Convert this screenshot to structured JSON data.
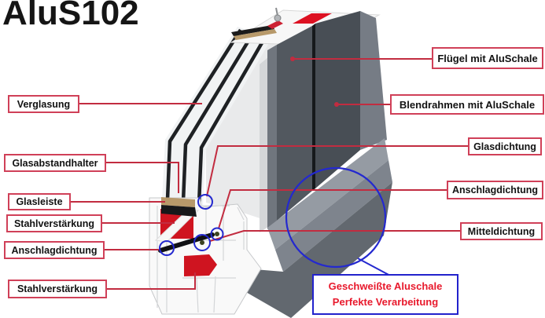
{
  "title": "AluS102",
  "colors": {
    "label_border_red": "#d04058",
    "leader_line_red": "#c22c40",
    "highlight_blue": "#2429cf",
    "callout_text_red": "#e8192c",
    "steel_red": "#cf1420",
    "alu_shell_dark_gray": "#4b5158",
    "frame_gray": "#62686f",
    "pvc_white": "#f9f9f9",
    "spacer_tan": "#b7996a"
  },
  "labels": {
    "left": [
      {
        "id": "verglasung",
        "text": "Verglasung"
      },
      {
        "id": "glasabstandhalter",
        "text": "Glasabstandhalter"
      },
      {
        "id": "glasleiste",
        "text": "Glasleiste"
      },
      {
        "id": "stahlverstaerkung-top",
        "text": "Stahlverstärkung"
      },
      {
        "id": "anschlagdichtung-left",
        "text": "Anschlagdichtung"
      },
      {
        "id": "stahlverstaerkung-bottom",
        "text": "Stahlverstärkung"
      }
    ],
    "right": [
      {
        "id": "fluegel-mit-aluschale",
        "text": "Flügel mit AluSchale"
      },
      {
        "id": "blendrahmen-mit-aluschale",
        "text": "Blendrahmen mit AluSchale"
      },
      {
        "id": "glasdichtung",
        "text": "Glasdichtung"
      },
      {
        "id": "anschlagdichtung-right",
        "text": "Anschlagdichtung"
      },
      {
        "id": "mitteldichtung",
        "text": "Mitteldichtung"
      }
    ]
  },
  "callout": {
    "line1": "Geschweißte Aluschale",
    "line2": "Perfekte Verarbeitung"
  }
}
